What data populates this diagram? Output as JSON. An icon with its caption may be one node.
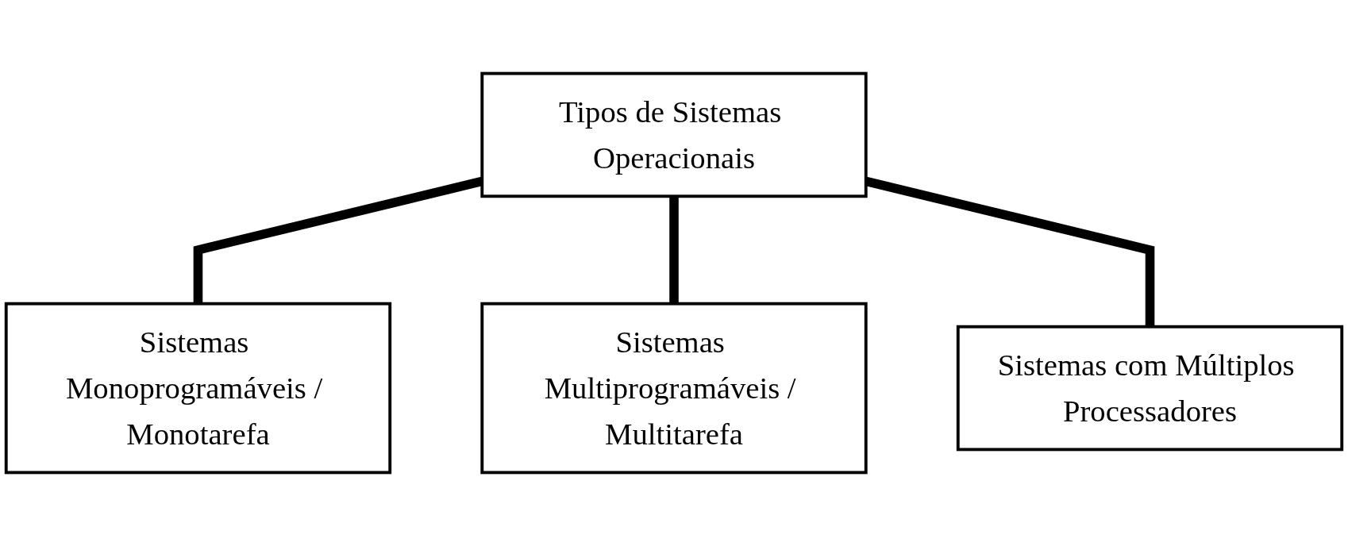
{
  "diagram": {
    "nodes": [
      {
        "text": [
          "Tipos de Sistemas Operacionais"
        ]
      },
      {
        "text": [
          "Sistemas Monoprogramáveis / Monotarefa"
        ]
      },
      {
        "text": [
          "Sistemas Multiprogramáveis / Multitarefa"
        ]
      },
      {
        "text": [
          "Sistemas com Múltiplos Processadores"
        ]
      }
    ],
    "edges": [
      {
        "from": 0,
        "to": 1,
        "arrow": "none"
      },
      {
        "from": 0,
        "to": 2,
        "arrow": "none"
      },
      {
        "from": 0,
        "to": 3,
        "arrow": "none"
      }
    ]
  }
}
